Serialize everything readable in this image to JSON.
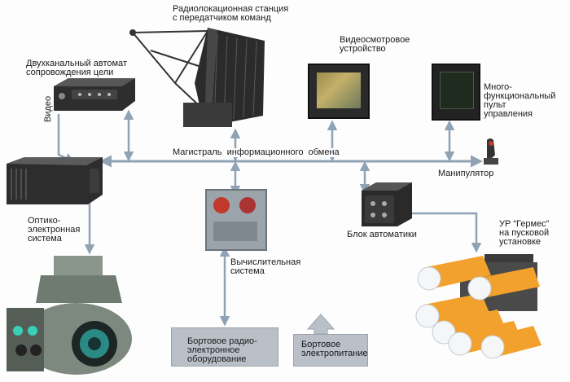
{
  "labels": {
    "radar": "Радиолокационная станция\nс передатчиком команд",
    "tracker": "Двухканальный автомат\nсопровождения цели",
    "video_device": "Видеосмотровое\nустройство",
    "control_panel": "Много-\nфункциональный\nпульт\nуправления",
    "video": "Видео",
    "bus": "Магистраль  информационного  обмена",
    "manipulator": "Манипулятор",
    "optical": "Оптико-\nэлектронная\nсистема",
    "computer": "Вычислительная\nсистема",
    "automation": "Блок автоматики",
    "missile": "УР “Гермес”\nна пусковой\nустановке",
    "avionics": "Бортовое радио-\nэлектронное\nоборудование",
    "power": "Бортовое\nэлектропитание"
  },
  "colors": {
    "connector": "#8fa3b5",
    "box_grey": "#b9c0c8",
    "missile_orange": "#f2a12c",
    "missile_tip": "#f4f6f8",
    "device_dark": "#2a2a2a"
  }
}
